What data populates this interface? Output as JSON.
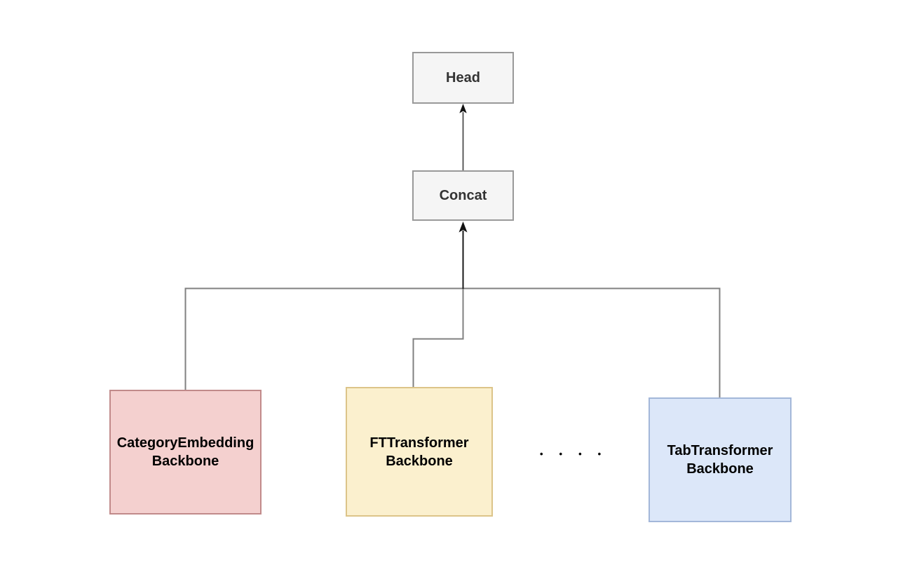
{
  "diagram": {
    "type": "flowchart",
    "background_color": "#ffffff",
    "nodes": {
      "head": {
        "label": "Head",
        "fill": "#f5f5f5",
        "border": "#999999",
        "text_color": "#333333"
      },
      "concat": {
        "label": "Concat",
        "fill": "#f5f5f5",
        "border": "#999999",
        "text_color": "#333333"
      },
      "category_embedding": {
        "label": "CategoryEmbedding Backbone",
        "fill": "#f4d0cf",
        "border": "#c18a8a",
        "text_color": "#000000"
      },
      "ft_transformer": {
        "label": "FTTransformer Backbone",
        "fill": "#fbf0ce",
        "border": "#dcc489",
        "text_color": "#000000"
      },
      "tab_transformer": {
        "label": "TabTransformer Backbone",
        "fill": "#dce7f9",
        "border": "#a3b7d9",
        "text_color": "#000000"
      }
    },
    "ellipsis_dots": "••••",
    "edges": [
      {
        "from": "category_embedding",
        "to": "concat"
      },
      {
        "from": "ft_transformer",
        "to": "concat"
      },
      {
        "from": "tab_transformer",
        "to": "concat"
      },
      {
        "from": "concat",
        "to": "head"
      }
    ],
    "edge_style": {
      "line_color": "#808080",
      "trunk_color": "#1a1a1a",
      "concat_to_head_color": "#4d4d4d",
      "arrow_color": "#111111"
    }
  }
}
